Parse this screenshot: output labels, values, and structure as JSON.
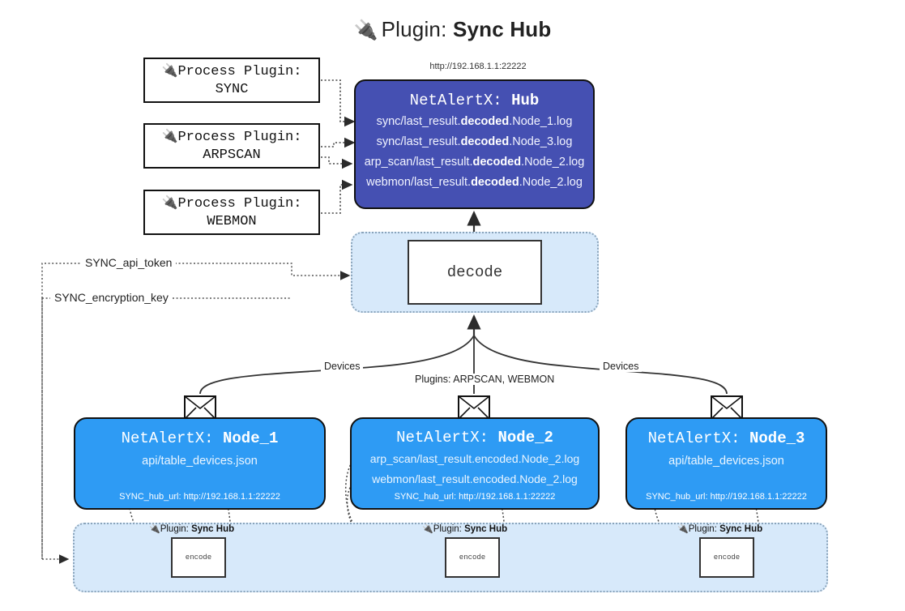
{
  "title": {
    "icon": "plug-icon",
    "glyph": "🔌",
    "prefix": "Plugin:",
    "name": "Sync Hub"
  },
  "hub": {
    "url": "http://192.168.1.1:22222",
    "title_prefix": "NetAlertX:",
    "title_name": "Hub",
    "color": "#4550b2",
    "lines": [
      {
        "pre": "sync/last_result.",
        "bold": "decoded",
        "post": ".Node_1.log"
      },
      {
        "pre": "sync/last_result.",
        "bold": "decoded",
        "post": ".Node_3.log"
      },
      {
        "pre": "arp_scan/last_result.",
        "bold": "decoded",
        "post": ".Node_2.log"
      },
      {
        "pre": "webmon/last_result.",
        "bold": "decoded",
        "post": ".Node_2.log"
      }
    ]
  },
  "process_plugins": [
    {
      "line1": "Process Plugin:",
      "line2": "SYNC",
      "glyph": "🔌"
    },
    {
      "line1": "Process Plugin:",
      "line2": "ARPSCAN",
      "glyph": "🔌"
    },
    {
      "line1": "Process Plugin:",
      "line2": "WEBMON",
      "glyph": "🔌"
    }
  ],
  "decode": {
    "label": "decode",
    "container_color": "#d7e9fa"
  },
  "settings_paths": [
    {
      "label": "SYNC_api_token"
    },
    {
      "label": "SYNC_encryption_key"
    }
  ],
  "edge_labels": {
    "left_devices": "Devices",
    "right_devices": "Devices",
    "center_plugins": "Plugins: ARPSCAN, WEBMON"
  },
  "nodes": [
    {
      "title_prefix": "NetAlertX:",
      "title_name": "Node_1",
      "color": "#2e9bf4",
      "lines": [
        "api/table_devices.json"
      ],
      "url_key": "SYNC_hub_url:",
      "url_value": "http://192.168.1.1:22222",
      "envelope_icon": "envelope-icon"
    },
    {
      "title_prefix": "NetAlertX:",
      "title_name": "Node_2",
      "color": "#2e9bf4",
      "lines": [
        "arp_scan/last_result.encoded.Node_2.log",
        "webmon/last_result.encoded.Node_2.log"
      ],
      "url_key": "SYNC_hub_url:",
      "url_value": "http://192.168.1.1:22222",
      "envelope_icon": "envelope-icon"
    },
    {
      "title_prefix": "NetAlertX:",
      "title_name": "Node_3",
      "color": "#2e9bf4",
      "lines": [
        "api/table_devices.json"
      ],
      "url_key": "SYNC_hub_url:",
      "url_value": "http://192.168.1.1:22222",
      "envelope_icon": "envelope-icon"
    }
  ],
  "encoders": [
    {
      "caption_prefix": "Plugin:",
      "caption_name": "Sync Hub",
      "label": "encode",
      "glyph": "🔌"
    },
    {
      "caption_prefix": "Plugin:",
      "caption_name": "Sync Hub",
      "label": "encode",
      "glyph": "🔌"
    },
    {
      "caption_prefix": "Plugin:",
      "caption_name": "Sync Hub",
      "label": "encode",
      "glyph": "🔌"
    }
  ]
}
